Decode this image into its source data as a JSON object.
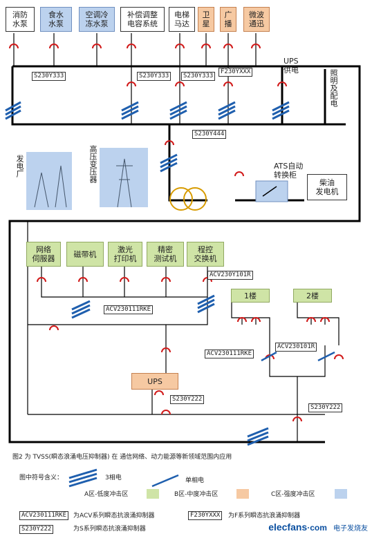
{
  "colors": {
    "zone_a": "#cfe4a6",
    "zone_b": "#f6c9a2",
    "zone_c": "#bcd2ee",
    "phase": "#1f5fae",
    "arrester": "#d11a1a"
  },
  "top_boxes": {
    "fire_pump": "消防\n水泵",
    "drinking_pump": "食水\n水泵",
    "ac_pump": "空调冷\n冻水泵",
    "capacitor": "补偿调整\n电容系统",
    "elevator": "电梯\n马达",
    "satellite": "卫\n星",
    "broadcast": "广\n播",
    "microwave": "微波\n通迅"
  },
  "tags": {
    "t1": "S230Y333",
    "t2": "S230Y333",
    "t3": "S230Y333",
    "t4": "F230YXXX",
    "t5": "S230Y444",
    "t6": "ACV230Y101R",
    "t7": "ACV230111RKE",
    "t8": "ACV230111RKE",
    "t9": "ACV230101R",
    "t10": "S230Y222",
    "t11": "S230Y222"
  },
  "labels": {
    "ups_supply": "UPS\n供电",
    "lighting": "照明及配电",
    "power_plant": "发电厂",
    "hv_transformer": "高压变压器",
    "ats": "ATS自动\n转换柜",
    "generator": "柴油\n发电机",
    "floor1": "1楼",
    "floor2": "2楼",
    "ups": "UPS"
  },
  "bottom_boxes": {
    "server": "网络\n伺服器",
    "tape": "磁带机",
    "laser": "激光\n打印机",
    "tester": "精密\n测试机",
    "pbx": "程控\n交换机"
  },
  "caption": "图2 为 TVSS(瞬态浪涌电压抑制器) 在 通信网络、动力能源等新领域范围内应用",
  "legend": {
    "title": "图中符号含义：",
    "three_phase": "3相电",
    "single_phase": "单相电",
    "zone_a": "A区-低度冲击区",
    "zone_b": "B区-中度冲击区",
    "zone_c": "C区-强度冲击区",
    "acv_tag": "ACV230111RKE",
    "acv_desc": "为ACV系列瞬态抗浪涌抑制器",
    "f_tag": "F230YXXX",
    "f_desc": "为F系列瞬态抗浪涌抑制器",
    "s_tag": "S230Y222",
    "s_desc": "为S系列瞬态抗浪涌抑制器"
  },
  "watermark": {
    "brand": "elecfans",
    "suffix": "·com",
    "cn": "电子发烧友"
  }
}
